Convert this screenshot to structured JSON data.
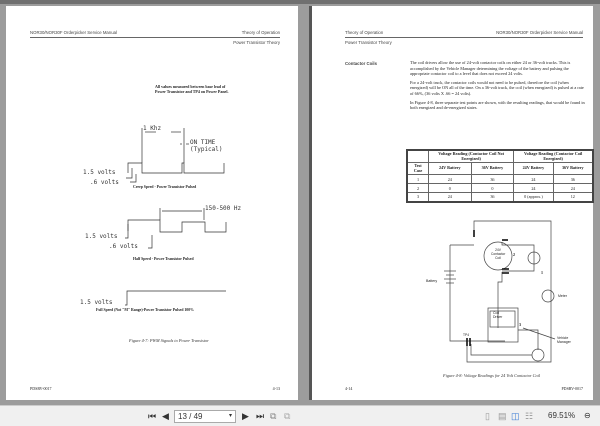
{
  "viewer": {
    "page_input": "13 / 49",
    "zoom": "69.51%",
    "icons": [
      "first-page-icon",
      "prev-page-icon",
      "next-page-icon",
      "last-page-icon",
      "single-page-icon",
      "continuous-icon",
      "two-page-icon",
      "two-page-continuous-icon",
      "zoom-out-icon"
    ]
  },
  "left_page": {
    "header_left": "NOR30/NOR30F Orderpicker Service Manual",
    "header_right": "Theory of Operation",
    "subheader_right": "Power Transistor Theory",
    "note": "All values measured between base lead of Power Transistor and TP4 on Power Panel.",
    "label_freq1": "1 Khz",
    "label_on_time": "ON TIME",
    "label_typical": "(Typical)",
    "v15": "1.5 volts",
    "v06": ".6 volts",
    "cap1": "Creep Speed - Power Transistor Pulsed",
    "label_freq2": "150-500 Hz",
    "cap2": "Half Speed - Power Transistor Pulsed",
    "cap3": "Full Speed (Not \"M\" Range)-Power Transistor Pulsed 100%",
    "figure": "Figure 4-7: PWM Signals to Power Transistor",
    "footer_left": "PDSRV-0017",
    "footer_right": "4-13"
  },
  "right_page": {
    "header_left": "Theory of Operation",
    "header_right": "NOR30/NOR30F Orderpicker Service Manual",
    "subheader_left": "Power Transistor Theory",
    "section": "Contactor Coils",
    "paragraphs": [
      "The coil drivers allow the use of 24-volt contactor coils on either 24 or 36-volt trucks. This is accomplished by the Vehicle Manager determining the voltage of the battery and pulsing the appropriate contactor coil to a level that does not exceed 24 volts.",
      "For a 24-volt truck, the contactor coils would not need to be pulsed, therefore the coil (when energized) will be ON all of the time. On a 36-volt truck, the coil (when energized) is pulsed at a rate of 66%, (36 volts X .66 = 24 volts).",
      "In Figure 4-8, three separate test points are shown, with the resulting readings, that would be found in both energized and de-energized states."
    ],
    "table": {
      "group1": "Voltage Reading (Contactor Coil Not Energized)",
      "group2": "Voltage Reading (Contactor Coil Energized)",
      "col0": "Test Case",
      "cols": [
        "24V Battery",
        "36V Battery",
        "24V Battery",
        "36V Battery"
      ],
      "rows": [
        [
          "1",
          "24",
          "36",
          "24",
          "36"
        ],
        [
          "2",
          "0",
          "0",
          "24",
          "24"
        ],
        [
          "3",
          "24",
          "36",
          "0 (approx.)",
          "12"
        ]
      ]
    },
    "diagram": {
      "coil": [
        "24V",
        "Contactor",
        "Coil"
      ],
      "battery": "Battery",
      "meter": "Meter",
      "driver": [
        "Coil",
        "Driver"
      ],
      "vm": [
        "Vehicle",
        "Manager"
      ],
      "tp4": "TP4",
      "p1": "1",
      "p2": "2",
      "p3": "3"
    },
    "figure": "Figure 4-8: Voltage Readings for 24 Volt Contactor Coil",
    "footer_left": "4-14",
    "footer_right": "PDSRV-0017"
  }
}
